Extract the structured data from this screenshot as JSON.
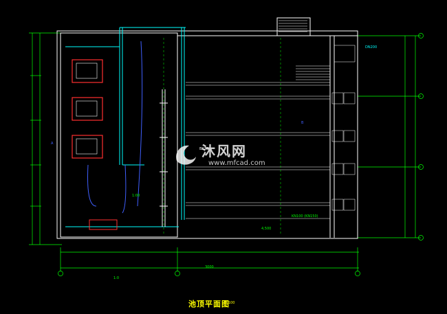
{
  "drawing": {
    "title": "池顶平面图",
    "scale": "1:100"
  },
  "watermark": {
    "brand": "沐风网",
    "url": "www.mfcad.com"
  },
  "labels": {
    "pipe_label_top": "DN200",
    "dim_bottom_right": "4,500",
    "note_box": "KN100 (KN150)",
    "dim_overall": "3000",
    "mid_label": "1:00",
    "section_mark_a": "A",
    "section_mark_b": "B",
    "grid_bottom_left": "1:0",
    "pipe_mid": "BKZB"
  },
  "colors": {
    "background": "#000000",
    "wall": "#ffffff",
    "dimension": "#00ff00",
    "pipe": "#00ffff",
    "equipment": "#ff3030",
    "title": "#ffff00",
    "pipe_blue": "#4060ff"
  }
}
